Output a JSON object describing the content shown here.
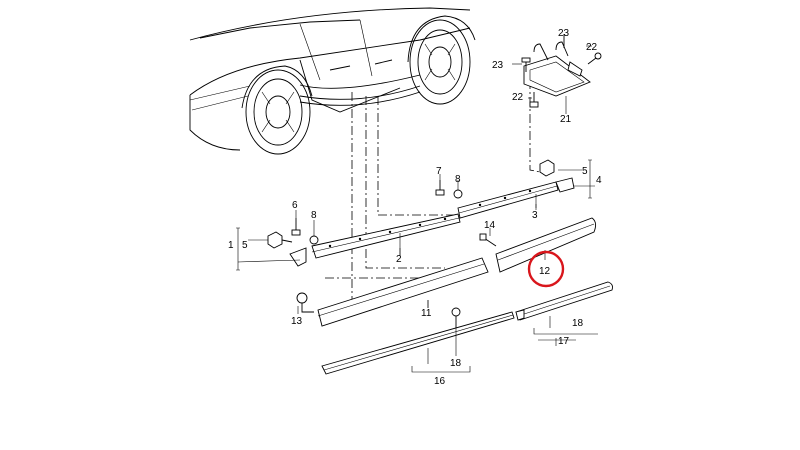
{
  "diagram": {
    "highlight_color": "#d9161c",
    "labels": {
      "p1": "1",
      "p2": "2",
      "p3": "3",
      "p4": "4",
      "p5a": "5",
      "p5b": "5",
      "p6": "6",
      "p7": "7",
      "p8a": "8",
      "p8b": "8",
      "p11": "11",
      "p12": "12",
      "p13": "13",
      "p14": "14",
      "p16": "16",
      "p17": "17",
      "p18a": "18",
      "p18b": "18",
      "p21": "21",
      "p22a": "22",
      "p22b": "22",
      "p23a": "23",
      "p23b": "23"
    }
  }
}
